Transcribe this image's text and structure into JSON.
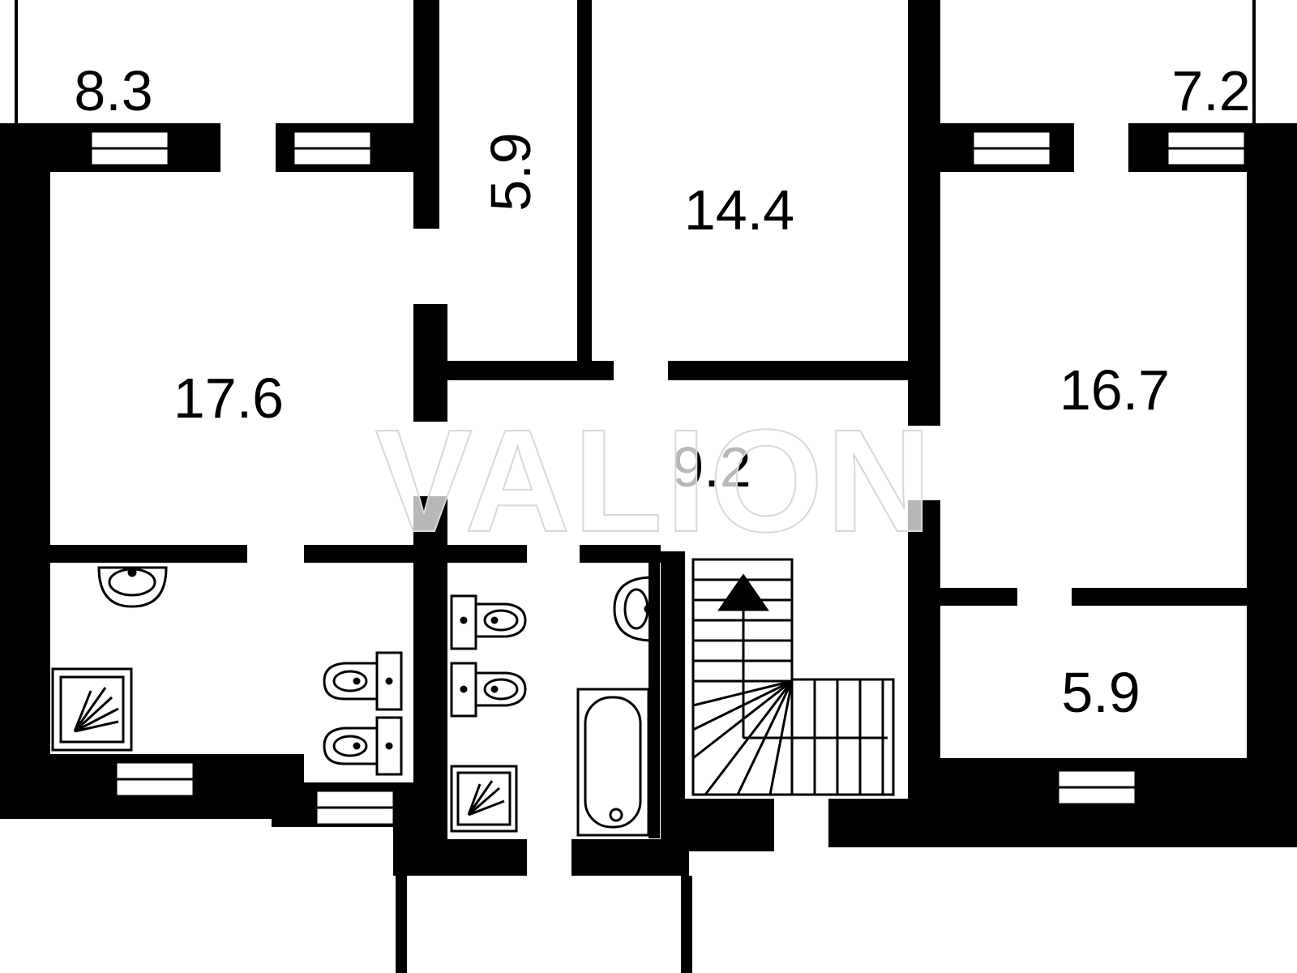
{
  "plan": {
    "watermark": "VALION",
    "colors": {
      "wall": "#000000",
      "background": "#ffffff"
    },
    "rooms": [
      {
        "id": "balcony-top-left",
        "area": "8.3"
      },
      {
        "id": "pantry-top",
        "area": "5.9"
      },
      {
        "id": "room-top-center",
        "area": "14.4"
      },
      {
        "id": "balcony-top-right",
        "area": "7.2"
      },
      {
        "id": "room-left",
        "area": "17.6"
      },
      {
        "id": "hall-center",
        "area": "9.2"
      },
      {
        "id": "room-right",
        "area": "16.7"
      },
      {
        "id": "room-bottom-right",
        "area": "5.9"
      }
    ],
    "fixtures": [
      "sink-icon",
      "shower-icon",
      "toilet-icon",
      "bathtub-icon",
      "staircase-icon"
    ]
  }
}
